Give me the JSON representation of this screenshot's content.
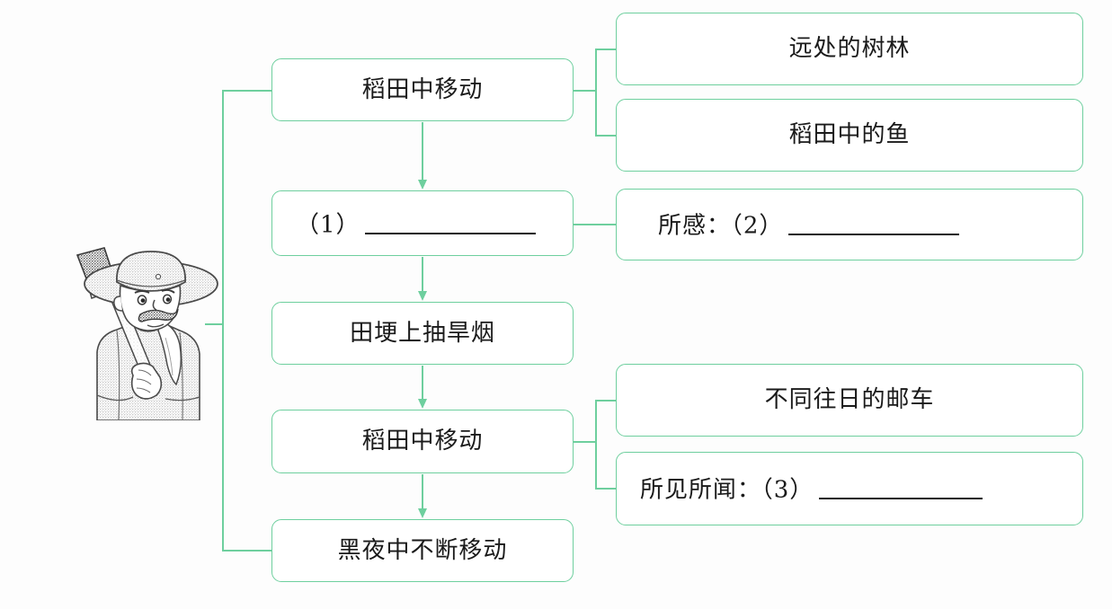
{
  "diagram": {
    "type": "flowchart",
    "title": "",
    "accent_color": "#6ecf9e",
    "text_color": "#1a1a1a",
    "background_color": "#fdfdfd",
    "illustration": {
      "name": "farmer-with-hoe",
      "description": "戴草帽的农夫扣锅肩扈锄头"
    },
    "main_sequence": [
      {
        "id": "n1",
        "text": "稻田中移动"
      },
      {
        "id": "n2",
        "prefix": "（1）",
        "blank": true,
        "text": "（1）"
      },
      {
        "id": "n3",
        "text": "田埂上抽旱烟"
      },
      {
        "id": "n4",
        "text": "稻田中移动"
      },
      {
        "id": "n5",
        "text": "黑夜中不断移动"
      }
    ],
    "branches": [
      {
        "id": "b1",
        "from": "n1",
        "text": "远处的树林"
      },
      {
        "id": "b2",
        "from": "n1",
        "text": "稻田中的鱼"
      },
      {
        "id": "b3",
        "from": "n2",
        "prefix": "所感：（2）",
        "blank": true,
        "text": "所感：（2）"
      },
      {
        "id": "b4",
        "from": "n4",
        "text": "不同往日的邮车"
      },
      {
        "id": "b5",
        "from": "n4",
        "prefix": "所见所闻：（3）",
        "blank": true,
        "text": "所见所闻：（3）"
      }
    ]
  }
}
